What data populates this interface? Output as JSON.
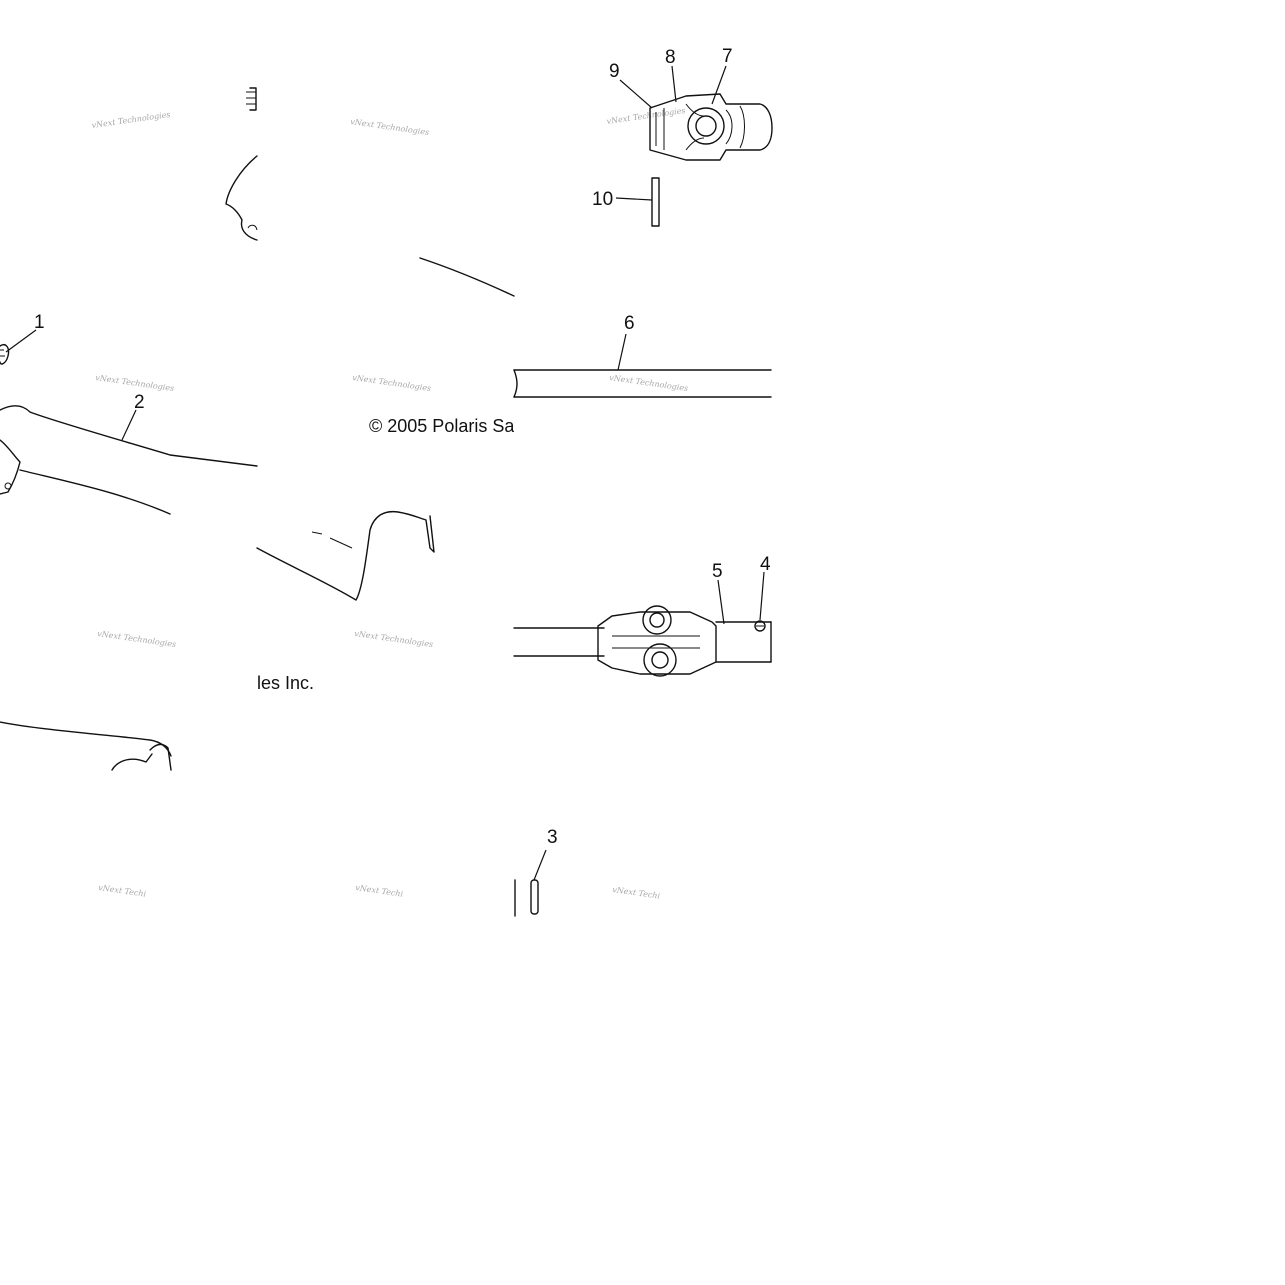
{
  "diagram": {
    "copyright_part1": "© 2005 Polaris Sa",
    "copyright_part2": "les Inc.",
    "watermark": "vNext Technologies",
    "watermark_cut_1": "vNext Techi",
    "watermark_cut_2": "vNext Techi",
    "watermark_cut_3": "vNext Techi",
    "callouts": {
      "c1": "1",
      "c2": "2",
      "c3": "3",
      "c4": "4",
      "c5": "5",
      "c6": "6",
      "c7": "7",
      "c8": "8",
      "c9": "9",
      "c10": "10"
    }
  }
}
